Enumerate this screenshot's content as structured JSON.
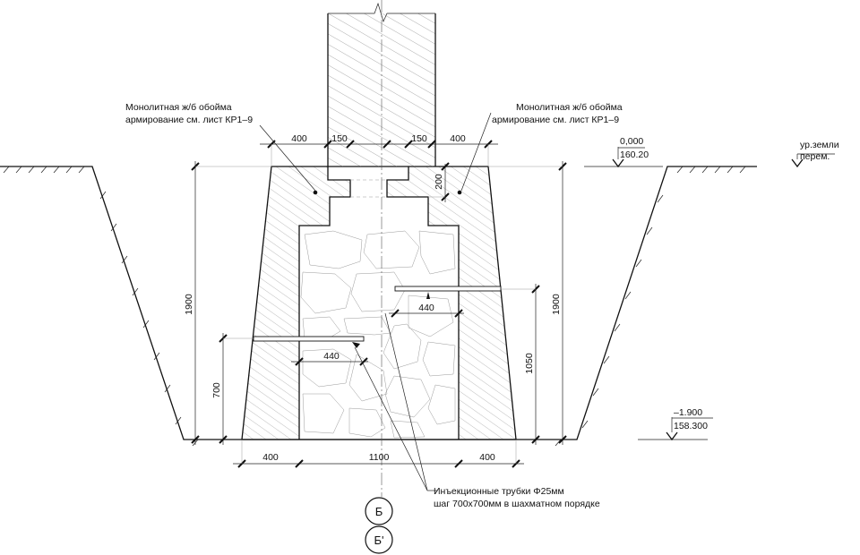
{
  "labels": {
    "shell_left": [
      "Монолитная ж/б обойма",
      "армирование см. лист КР1–9"
    ],
    "shell_right": [
      "Монолитная ж/б обойма",
      "армирование см. лист КР1–9"
    ],
    "ground": [
      "ур.земли",
      "перем."
    ],
    "injection": [
      "Инъекционные трубки Φ25мм",
      "шаг 700х700мм в шахматном порядке"
    ]
  },
  "elevations": {
    "top": {
      "rel": "0,000",
      "abs": "160.20"
    },
    "bottom": {
      "rel": "–1.900",
      "abs": "158.300"
    }
  },
  "dimensions": {
    "top_left_400": "400",
    "top_left_150": "150",
    "top_right_150": "150",
    "top_right_400": "400",
    "step_200": "200",
    "height_left": "1900",
    "height_right": "1900",
    "height_700": "700",
    "height_1050": "1050",
    "pipe_upper": "440",
    "pipe_lower": "440",
    "bottom_left_400": "400",
    "bottom_mid_1100": "1100",
    "bottom_right_400": "400"
  },
  "axes": [
    "Б",
    "Б'"
  ]
}
